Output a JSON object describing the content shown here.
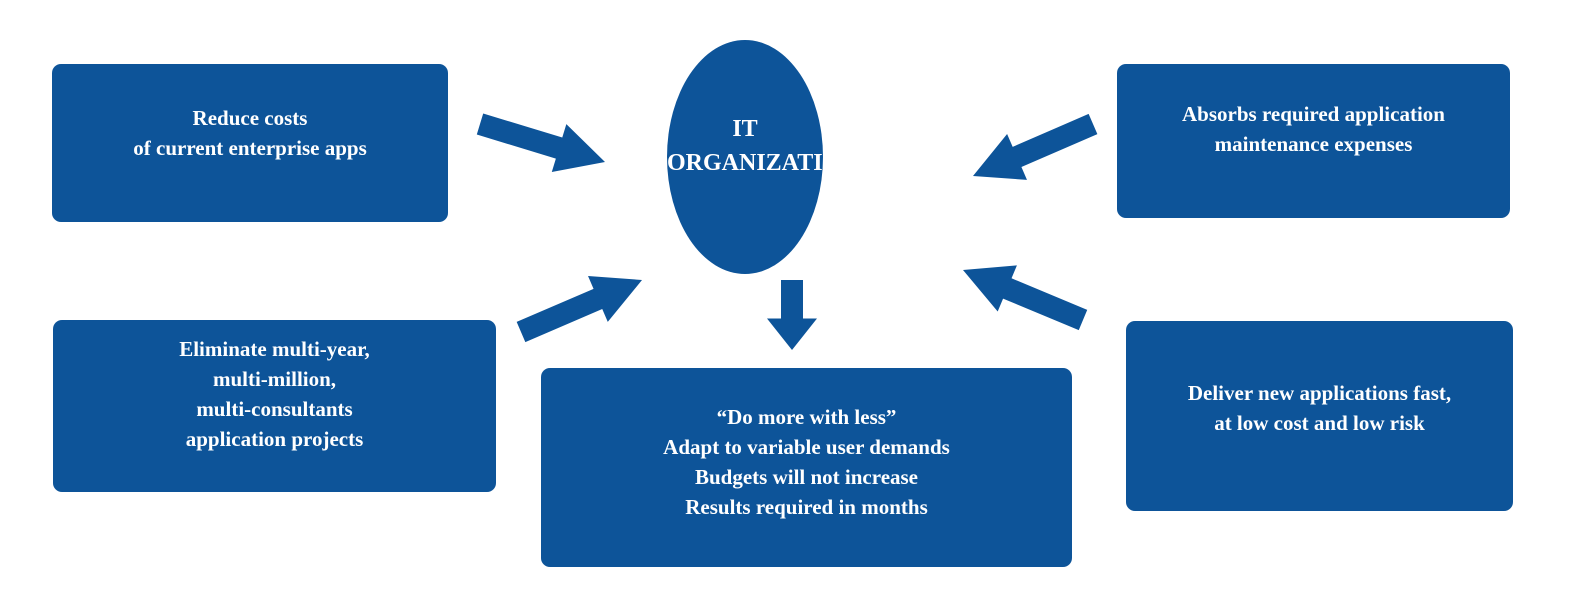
{
  "center": {
    "lines": [
      "IT",
      "ORGANIZATION"
    ]
  },
  "boxes": [
    {
      "id": "reduce-costs",
      "lines": [
        "Reduce costs",
        "of current enterprise apps"
      ]
    },
    {
      "id": "absorbs-maintenance",
      "lines": [
        "Absorbs required application",
        "maintenance expenses"
      ]
    },
    {
      "id": "eliminate-projects",
      "lines": [
        "Eliminate multi-year,",
        "multi-million,",
        "multi-consultants",
        "application projects"
      ]
    },
    {
      "id": "do-more-with-less",
      "lines": [
        "“Do more with less”",
        "Adapt to variable user demands",
        "Budgets will not increase",
        "Results required in months"
      ]
    },
    {
      "id": "deliver-fast",
      "lines": [
        "Deliver new applications fast,",
        "at low cost and low risk"
      ]
    }
  ],
  "colors": {
    "primary": "#0d5499",
    "text": "#ffffff"
  }
}
